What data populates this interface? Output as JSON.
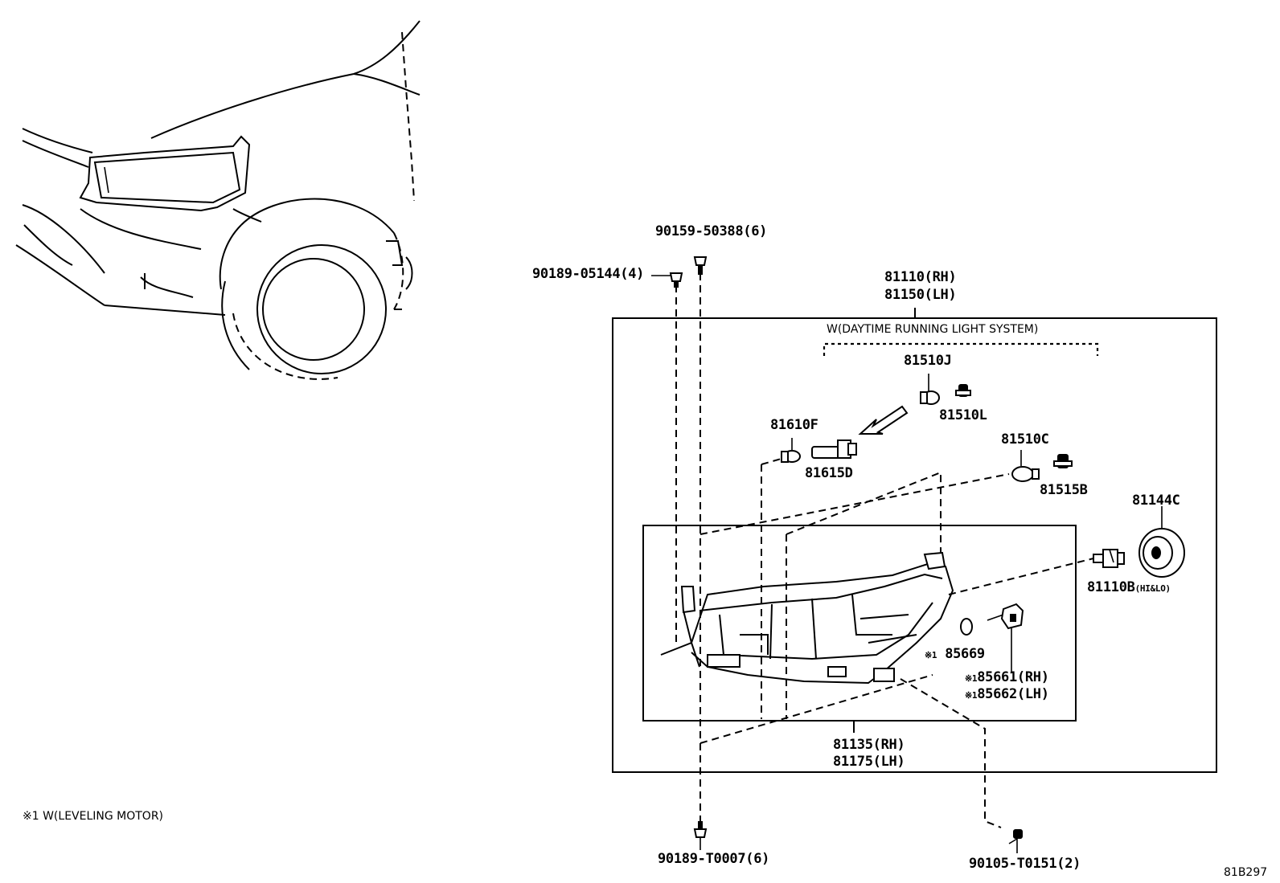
{
  "diagram_id": "81B297",
  "footnote": "※1 W(LEVELING MOTOR)",
  "group_header": "W(DAYTIME RUNNING LIGHT SYSTEM)",
  "marker": "※1",
  "parts": {
    "p90159": "90159-50388(6)",
    "p90189a": "90189-05144(4)",
    "p81110rh": "81110(RH)",
    "p81150lh": "81150(LH)",
    "p81510j": "81510J",
    "p81510l": "81510L",
    "p81610f": "81610F",
    "p81615d": "81615D",
    "p81510c": "81510C",
    "p81515b": "81515B",
    "p81144c": "81144C",
    "p81110b": "81110B",
    "p81110b_note": "(HI&LO)",
    "p85669": "85669",
    "p85661": "85661(RH)",
    "p85662": "85662(LH)",
    "p81135rh": "81135(RH)",
    "p81175lh": "81175(LH)",
    "p90189b": "90189-T0007(6)",
    "p90105": "90105-T0151(2)"
  },
  "icons": [
    "vehicle-front-illustration",
    "headlamp-assembly",
    "bulb",
    "socket",
    "screw",
    "clip",
    "bolt",
    "cap",
    "gasket-ring",
    "leveling-motor",
    "direction-arrow"
  ]
}
